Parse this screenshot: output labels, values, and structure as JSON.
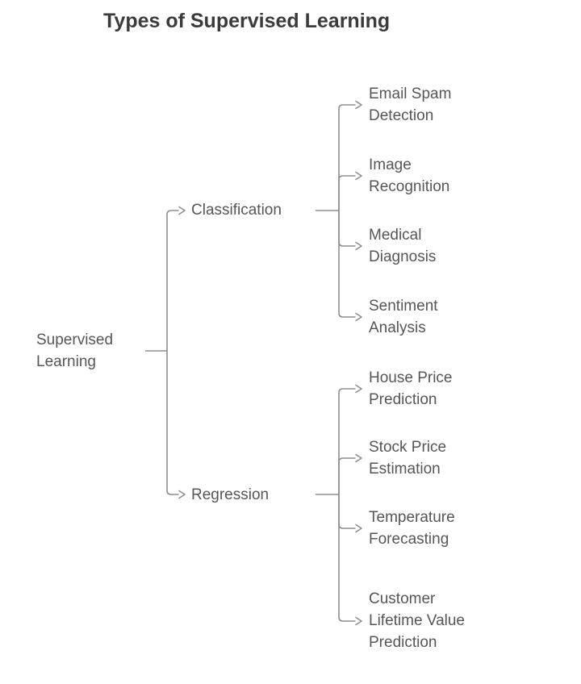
{
  "title": "Types of Supervised Learning",
  "tree": {
    "root": {
      "label": "Supervised Learning"
    },
    "branches": [
      {
        "label": "Classification",
        "children": [
          "Email Spam Detection",
          "Image Recognition",
          "Medical Diagnosis",
          "Sentiment Analysis"
        ]
      },
      {
        "label": "Regression",
        "children": [
          "House Price Prediction",
          "Stock Price Estimation",
          "Temperature Forecasting",
          "Customer Lifetime Value Prediction"
        ]
      }
    ]
  },
  "style": {
    "background": "#ffffff",
    "title_color": "#3b3b3b",
    "text_color": "#565656",
    "line_color": "#8e8e8e"
  }
}
